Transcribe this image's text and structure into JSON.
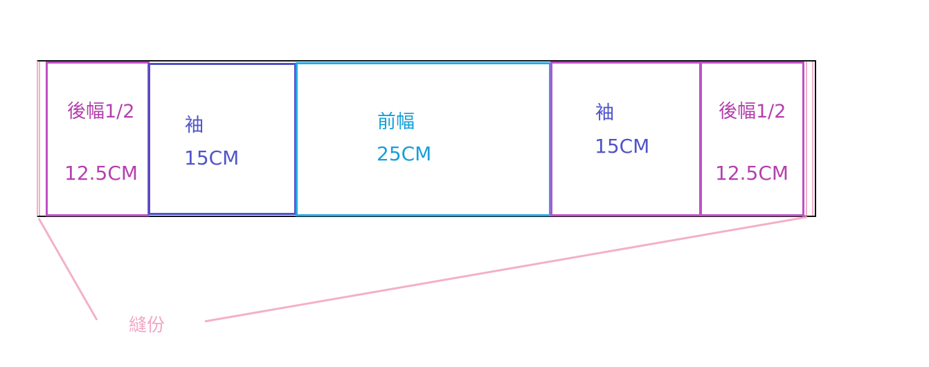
{
  "diagram": {
    "panels": [
      {
        "label": "後幅1/2",
        "measure": "12.5CM"
      },
      {
        "label": "袖",
        "measure": "15CM"
      },
      {
        "label": "前幅",
        "measure": "25CM"
      },
      {
        "label": "袖",
        "measure": "15CM"
      },
      {
        "label": "後幅1/2",
        "measure": "12.5CM"
      }
    ],
    "seam_allowance_label": "縫份"
  },
  "colors": {
    "outline": "#111111",
    "back": "#bf4fc5",
    "sleeve": "#4f4fc8",
    "front": "#24a9e6",
    "seam_allowance": "#f3b0c8"
  }
}
